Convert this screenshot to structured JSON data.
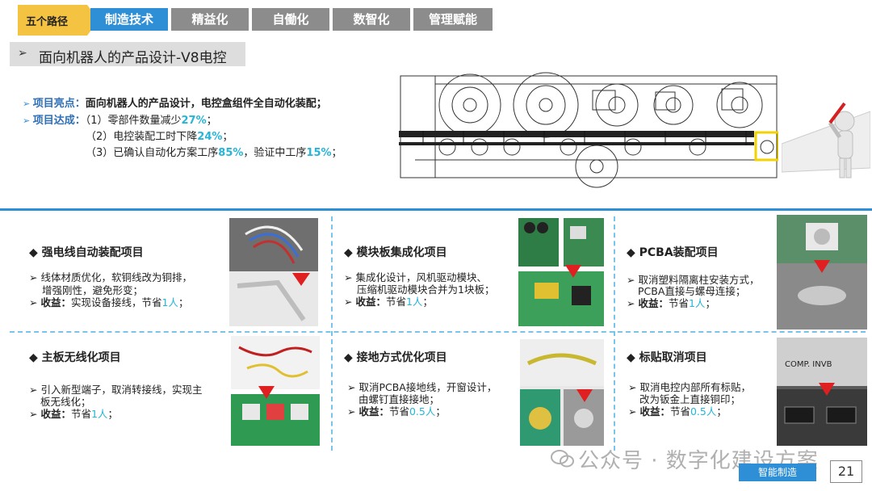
{
  "nav": {
    "path_label": "五个路径",
    "tabs": [
      {
        "label": "制造技术",
        "active": true
      },
      {
        "label": "精益化",
        "active": false
      },
      {
        "label": "自働化",
        "active": false
      },
      {
        "label": "数智化",
        "active": false
      },
      {
        "label": "管理赋能",
        "active": false
      }
    ]
  },
  "subheader": {
    "marker": "➢",
    "title": "面向机器人的产品设计-V8电控"
  },
  "highlights": {
    "highlight_label": "项目亮点：",
    "highlight_text": "面向机器人的产品设计，电控盒组件全自动化装配；",
    "result_label": "项目达成：",
    "results": [
      {
        "prefix": "（1）零部件数量减少",
        "value": "27%",
        "suffix": "；"
      },
      {
        "prefix": "（2）电控装配工时下降",
        "value": "24%",
        "suffix": "；"
      },
      {
        "prefix": "（3）已确认自动化方案工序",
        "value": "85%",
        "mid": "，验证中工序",
        "value2": "15%",
        "suffix": "；"
      }
    ]
  },
  "cards": [
    {
      "title": "强电线自动装配项目",
      "lines": [
        "线体材质优化，软铜线改为铜排，",
        "增强刚性，避免形变；"
      ],
      "gain_label": "收益：",
      "gain_text": "实现设备接线，节省",
      "gain_value": "1人",
      "gain_suffix": "；"
    },
    {
      "title": "模块板集成化项目",
      "lines": [
        "集成化设计，风机驱动模块、",
        "压缩机驱动模块合并为1块板；"
      ],
      "gain_label": "收益：",
      "gain_text": "节省",
      "gain_value": "1人",
      "gain_suffix": "；"
    },
    {
      "title": "PCBA装配项目",
      "lines": [
        "取消塑料隔离柱安装方式，",
        "PCBA直接与螺母连接；"
      ],
      "gain_label": "收益：",
      "gain_text": "节省",
      "gain_value": "1人",
      "gain_suffix": "；"
    },
    {
      "title": "主板无线化项目",
      "lines": [
        "引入新型端子，取消转接线，实现主",
        "板无线化；"
      ],
      "gain_label": "收益：",
      "gain_text": "节省",
      "gain_value": "1人",
      "gain_suffix": "；"
    },
    {
      "title": "接地方式优化项目",
      "lines": [
        "取消PCBA接地线，开窗设计，",
        "由螺钉直接接地；"
      ],
      "gain_label": "收益：",
      "gain_text": "节省",
      "gain_value": "0.5人",
      "gain_suffix": "；"
    },
    {
      "title": "标贴取消项目",
      "lines": [
        "取消电控内部所有标贴，",
        "改为钣金上直接铜印；"
      ],
      "gain_label": "收益：",
      "gain_text": "节省",
      "gain_value": "0.5人",
      "gain_suffix": "；"
    }
  ],
  "photo_text": {
    "comp_label": "COMP. INVB"
  },
  "footer": {
    "watermark": "公众号 · 数字化建设方案",
    "brand": "智能制造",
    "page_number": "21"
  },
  "colors": {
    "accent": "#2f8fd6",
    "highlight": "#26b5d6",
    "tab_inactive": "#8c8c8c",
    "path_tab": "#f5c342",
    "arrow": "#e02020"
  },
  "icons": [
    "diamond-bullet-icon",
    "arrow-bullet-icon",
    "down-arrow-icon",
    "wechat-icon"
  ]
}
